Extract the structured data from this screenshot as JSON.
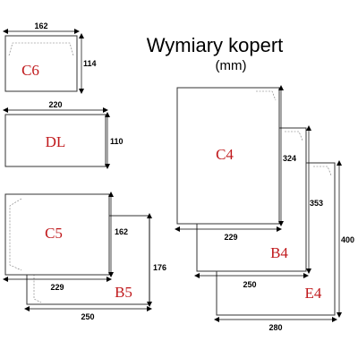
{
  "title": "Wymiary kopert",
  "subtitle": "(mm)",
  "envelopes": {
    "c6": {
      "name": "C6",
      "width": "162",
      "height": "114"
    },
    "dl": {
      "name": "DL",
      "width": "220",
      "height": "110"
    },
    "c5": {
      "name": "C5",
      "width": "229",
      "height": "162"
    },
    "b5": {
      "name": "B5",
      "width": "250",
      "height": "176"
    },
    "c4": {
      "name": "C4",
      "width": "229",
      "height": "324"
    },
    "b4": {
      "name": "B4",
      "width": "250",
      "height": "353"
    },
    "e4": {
      "name": "E4",
      "width": "280",
      "height": "400"
    }
  },
  "colors": {
    "label": "#c0191c",
    "outline": "#333333"
  }
}
